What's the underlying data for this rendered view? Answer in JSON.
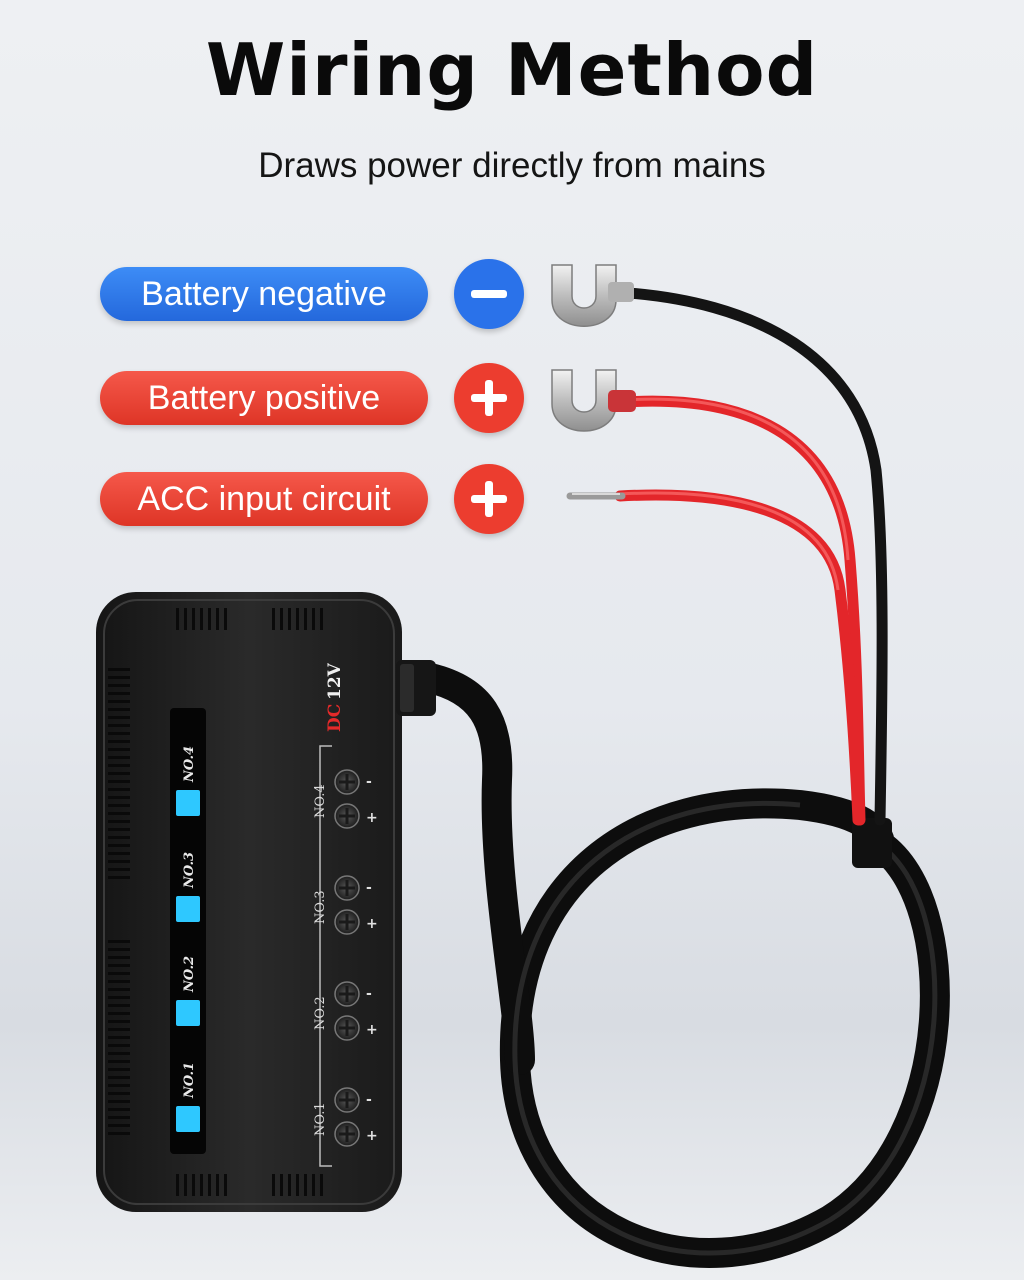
{
  "header": {
    "title": "Wiring Method",
    "subtitle": "Draws power directly from mains"
  },
  "wires": [
    {
      "label": "Battery negative",
      "symbol": "minus-icon",
      "color": "#2f7cf0"
    },
    {
      "label": "Battery positive",
      "symbol": "plus-icon",
      "color": "#f0473a"
    },
    {
      "label": "ACC input circuit",
      "symbol": "plus-icon",
      "color": "#f0473a"
    }
  ],
  "device": {
    "rating_dc": "DC",
    "rating_voltage": "12V",
    "led_labels": [
      "NO.4",
      "NO.3",
      "NO.2",
      "NO.1"
    ],
    "terminal_labels": [
      "NO.4",
      "NO.3",
      "NO.2",
      "NO.1"
    ],
    "terminal_minus": "-",
    "terminal_plus": "+"
  }
}
